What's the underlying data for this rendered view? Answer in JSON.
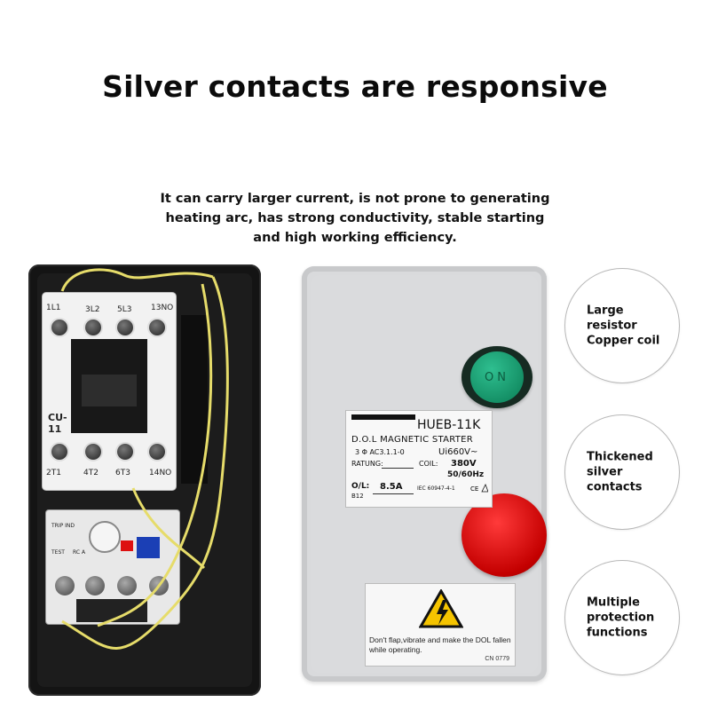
{
  "headline": "Silver contacts are responsive",
  "description": {
    "lines": [
      "It can carry larger current, is not prone to generating",
      "heating arc, has strong conductivity, stable starting",
      "and high working efficiency."
    ]
  },
  "contactor": {
    "model": "CU-11",
    "top_terminals": [
      "1L1",
      "3L2",
      "5L3",
      "13NO"
    ],
    "bottom_terminals": [
      "2T1",
      "4T2",
      "6T3",
      "14NO"
    ]
  },
  "overload_relay": {
    "labels": [
      "TRIP IND",
      "TEST",
      "RC A"
    ]
  },
  "on_button": {
    "label": "ON",
    "color": "#1aa878"
  },
  "off_button": {
    "color": "#e01010"
  },
  "nameplate": {
    "model": "HUEB-11K",
    "type": "D.O.L MAGNETIC STARTER",
    "phase": "3 Φ AC3.1.1-0",
    "ui": "Ui660V~",
    "ratung_label": "RATUNG:",
    "coil_label": "COIL:",
    "coil_voltage": "380V",
    "frequency": "50/60Hz",
    "ol_label": "O/L:",
    "ol_sub": "B12",
    "ol_current": "8.5A",
    "standard": "IEC 60947-4-1"
  },
  "warning_label": {
    "text": "Don't flap,vibrate and make the DOL fallen while operating.",
    "code": "CN 0779"
  },
  "features": [
    {
      "lines": [
        "Large",
        "resistor",
        "Copper coil"
      ]
    },
    {
      "lines": [
        "Thickened",
        "silver",
        "contacts"
      ]
    },
    {
      "lines": [
        "Multiple",
        "protection",
        "functions"
      ]
    }
  ]
}
